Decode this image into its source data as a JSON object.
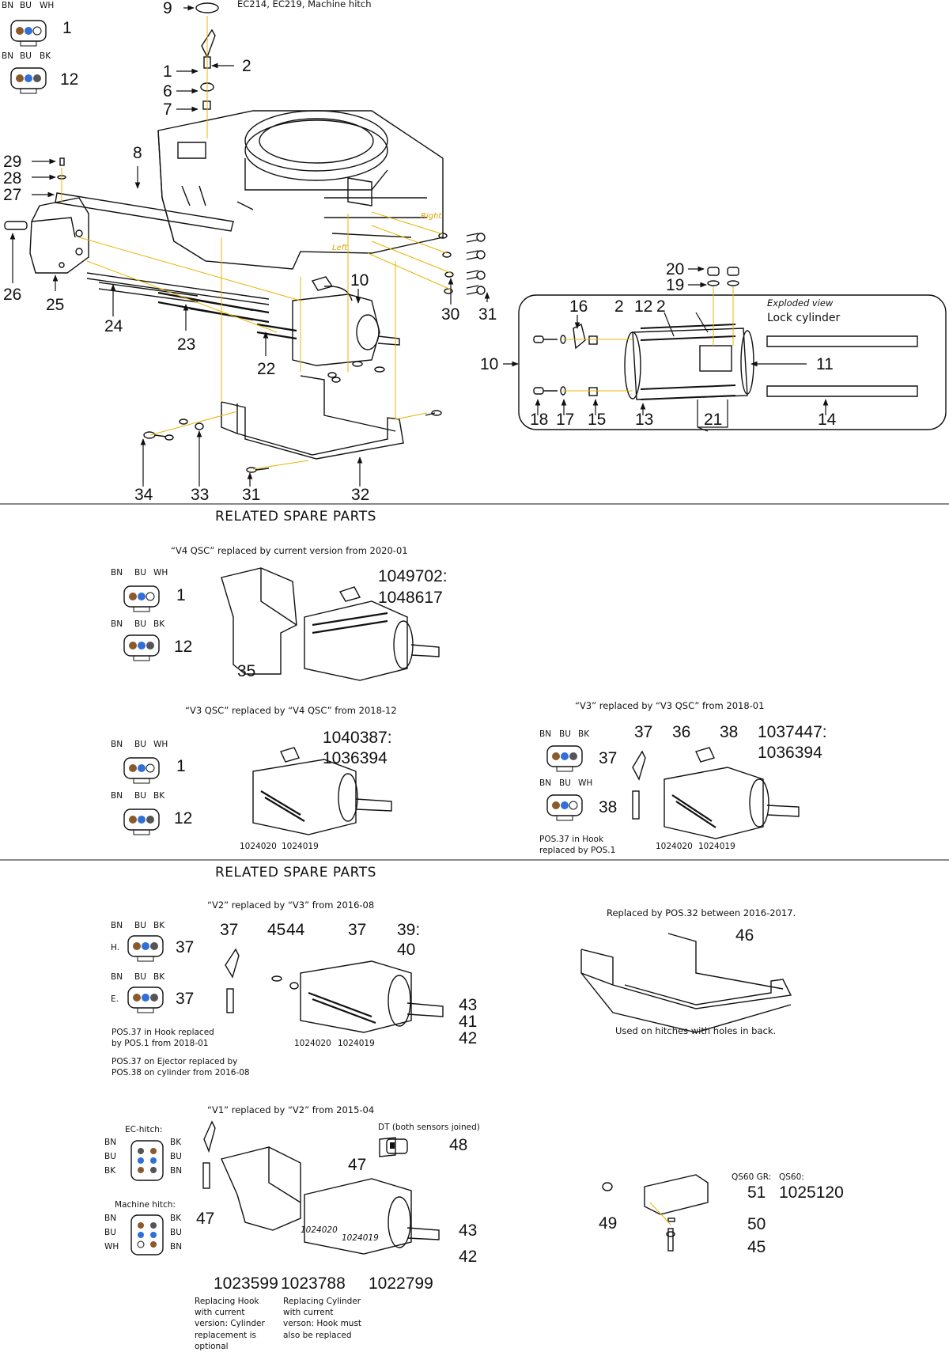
{
  "colors": {
    "yellow": "#e8b400",
    "brown": "#8a5a2b",
    "blue": "#2f6fd6",
    "ink": "#111111"
  },
  "icons": [
    "connector-3pin-icon",
    "connector-4pin-icon",
    "dt-plug-icon",
    "arrow-icon"
  ],
  "top": {
    "title": "EC214, EC219, Machine hitch",
    "conn1": {
      "a": "BN",
      "b": "BU",
      "c": "WH",
      "num": "1"
    },
    "conn2": {
      "a": "BN",
      "b": "BU",
      "c": "BK",
      "num": "12"
    },
    "side_right": "Right",
    "side_left": "Left",
    "callouts": [
      "9",
      "2",
      "1",
      "6",
      "7",
      "8",
      "29",
      "28",
      "27",
      "26",
      "25",
      "24",
      "23",
      "22",
      "10",
      "30",
      "31",
      "34",
      "33",
      "31",
      "32"
    ],
    "exploded": {
      "title": "Exploded view",
      "subtitle": "Lock cylinder",
      "callouts": [
        "20",
        "19",
        "16",
        "2",
        "12",
        "2",
        "11",
        "10",
        "18",
        "17",
        "15",
        "13",
        "21",
        "14"
      ]
    }
  },
  "related_1": {
    "heading": "RELATED SPARE PARTS",
    "v4": {
      "caption": "“V4 QSC” replaced by current version from 2020-01",
      "conn1": {
        "a": "BN",
        "b": "BU",
        "c": "WH",
        "num": "1"
      },
      "conn2": {
        "a": "BN",
        "b": "BU",
        "c": "BK",
        "num": "12"
      },
      "pn_a": "1049702:",
      "pn_b": "1048617",
      "num35": "35"
    },
    "v3qsc": {
      "caption": "“V3 QSC” replaced by “V4 QSC” from 2018-12",
      "conn1": {
        "a": "BN",
        "b": "BU",
        "c": "WH",
        "num": "1"
      },
      "conn2": {
        "a": "BN",
        "b": "BU",
        "c": "BK",
        "num": "12"
      },
      "pn_a": "1040387:",
      "pn_b": "1036394",
      "spring_a": "1024020",
      "spring_b": "1024019"
    },
    "v3": {
      "caption": "“V3” replaced by “V3 QSC” from 2018-01",
      "conn1": {
        "a": "BN",
        "b": "BU",
        "c": "BK",
        "num": "37"
      },
      "conn2": {
        "a": "BN",
        "b": "BU",
        "c": "WH",
        "num": "38"
      },
      "n37": "37",
      "n36": "36",
      "n38": "38",
      "pn_a": "1037447:",
      "pn_b": "1036394",
      "spring_a": "1024020",
      "spring_b": "1024019",
      "note": "POS.37 in Hook replaced by POS.1"
    }
  },
  "related_2": {
    "heading": "RELATED SPARE PARTS",
    "v2": {
      "caption": "“V2” replaced by “V3” from 2016-08",
      "conn1": {
        "a": "BN",
        "b": "BU",
        "c": "BK",
        "prefix": "H.",
        "num": "37"
      },
      "conn2": {
        "a": "BN",
        "b": "BU",
        "c": "BK",
        "prefix": "E.",
        "num": "37"
      },
      "n37a": "37",
      "n45": "45",
      "n44": "44",
      "n37b": "37",
      "n39": "39:",
      "n40": "40",
      "n43": "43",
      "n41": "41",
      "n42": "42",
      "spring_a": "1024020",
      "spring_b": "1024019",
      "note1": "POS.37 in Hook replaced by POS.1 from 2018-01",
      "note2": "POS.37 on Ejector replaced by POS.38 on cylinder from 2016-08"
    },
    "plate": {
      "caption": "Replaced by POS.32 between 2016-2017.",
      "num": "46",
      "note": "Used on hitches with holes in back."
    },
    "v1": {
      "caption": "“V1” replaced by “V2” from 2015-04",
      "ec_label": "EC-hitch:",
      "ec_left": [
        "BN",
        "BU",
        "BK"
      ],
      "ec_right": [
        "BK",
        "BU",
        "BN"
      ],
      "mh_label": "Machine hitch:",
      "mh_left": [
        "BN",
        "BU",
        "WH"
      ],
      "mh_right": [
        "BK",
        "BU",
        "BN"
      ],
      "dt_label": "DT (both sensors joined)",
      "n48": "48",
      "n47a": "47",
      "n47b": "47",
      "n43": "43",
      "n42": "42",
      "spring_a": "1024020",
      "spring_b": "1024019",
      "pn_hook": "1023599",
      "pn_cyl": "1023788",
      "pn_3": "1022799",
      "note_hook": "Replacing Hook with current version: Cylinder replacement is optional",
      "note_cyl": "Replacing Cylinder with current verson: Hook must also be replaced"
    },
    "qs60": {
      "n49": "49",
      "gr_label": "QS60 GR:",
      "label": "QS60:",
      "n51": "51",
      "pn": "1025120",
      "n50": "50",
      "n45": "45"
    }
  }
}
